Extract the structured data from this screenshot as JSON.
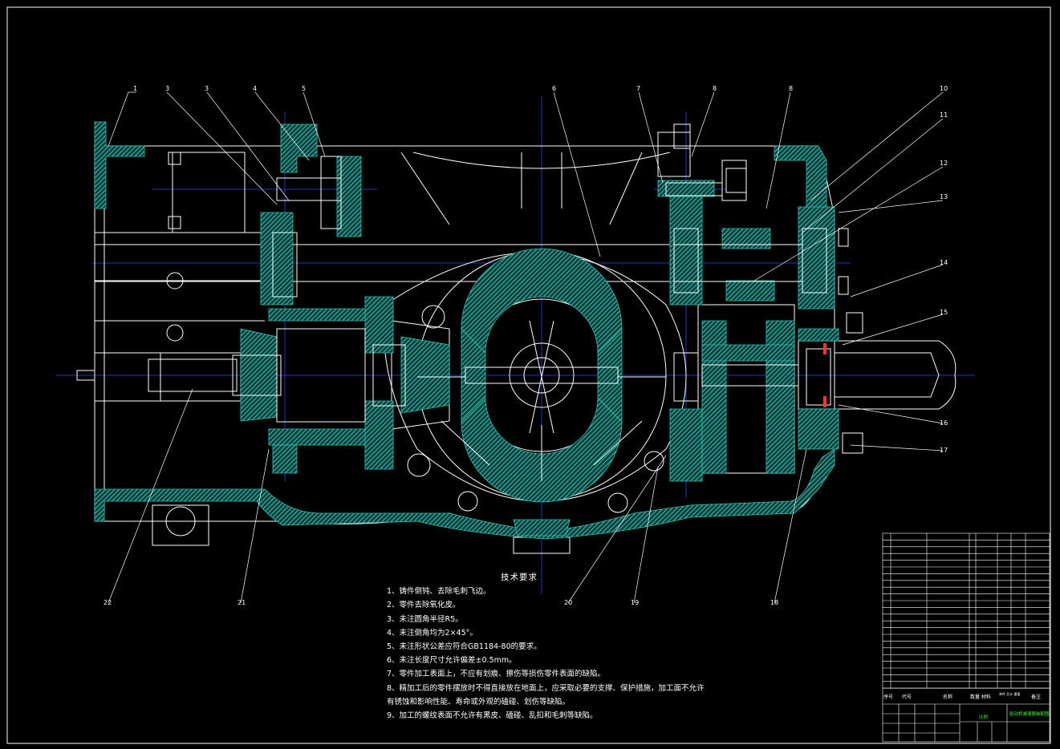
{
  "drawing": {
    "colors": {
      "background": "#000000",
      "outline": "#ffffff",
      "hatch": "#27c6b6",
      "centerline": "#3340ff",
      "titleblock_text": "#39ff14",
      "highlight": "#ff3030"
    },
    "callouts": [
      "1",
      "3",
      "3",
      "4",
      "5",
      "6",
      "7",
      "8",
      "8",
      "10",
      "11",
      "12",
      "13",
      "14",
      "15",
      "16",
      "17",
      "18",
      "19",
      "20",
      "21",
      "22"
    ],
    "tech_requirements": {
      "title": "技术要求",
      "items": [
        "1、铸件倒钝、去除毛刺飞边。",
        "2、零件去除氧化皮。",
        "3、未注圆角半径R5。",
        "4、未注倒角均为2×45°。",
        "5、未注形状公差应符合GB1184-80的要求。",
        "6、未注长度尺寸允许偏差±0.5mm。",
        "7、零件加工表面上，不应有划痕、擦伤等损伤零件表面的缺陷。",
        "8、精加工后的零件摆放时不得直接放在地面上，应采取必要的支撑、保护措施，加工面不允许",
        "有锈蚀和影响性能、寿命或外观的磕碰、划伤等缺陷。",
        "9、加工的螺纹表面不允许有黑皮、磕碰、乱扣和毛刺等缺陷。"
      ]
    },
    "title_block": {
      "header": [
        "序号",
        "代号",
        "名称",
        "数量",
        "材料",
        "单件 总计 重量",
        "备注"
      ],
      "drawing_name": "驱动桥减速器装配图",
      "scale_label": "比例"
    }
  }
}
